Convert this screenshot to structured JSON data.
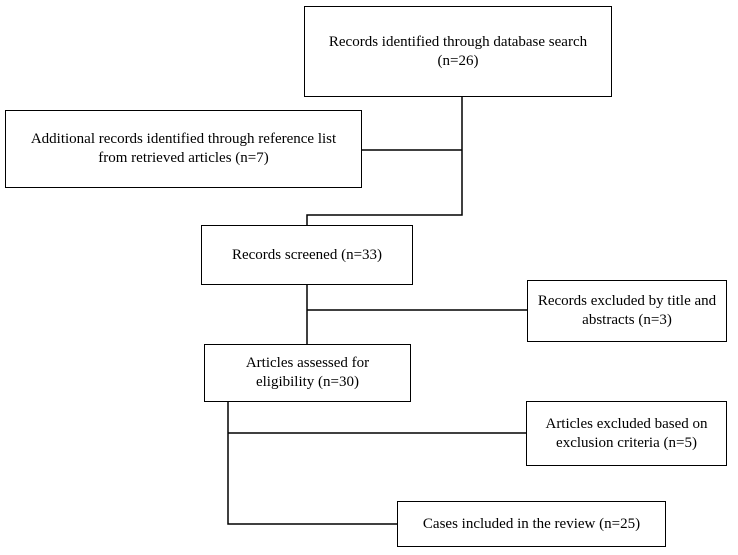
{
  "boxes": {
    "database_search": {
      "line1": "Records identified through database search",
      "line2": "(n=26)"
    },
    "additional_records": {
      "line1": "Additional records identified through reference list",
      "line2": "from retrieved articles (n=7)"
    },
    "screened": {
      "line1": "Records screened (n=33)"
    },
    "excluded_title": {
      "line1": "Records excluded by title and",
      "line2": "abstracts (n=3)"
    },
    "eligibility": {
      "line1": "Articles assessed for",
      "line2": "eligibility (n=30)"
    },
    "excluded_criteria": {
      "line1": "Articles excluded based on",
      "line2": "exclusion criteria (n=5)"
    },
    "included": {
      "line1": "Cases included in the review (n=25)"
    }
  },
  "colors": {
    "line": "#000000",
    "box_fill": "#ffffff"
  }
}
